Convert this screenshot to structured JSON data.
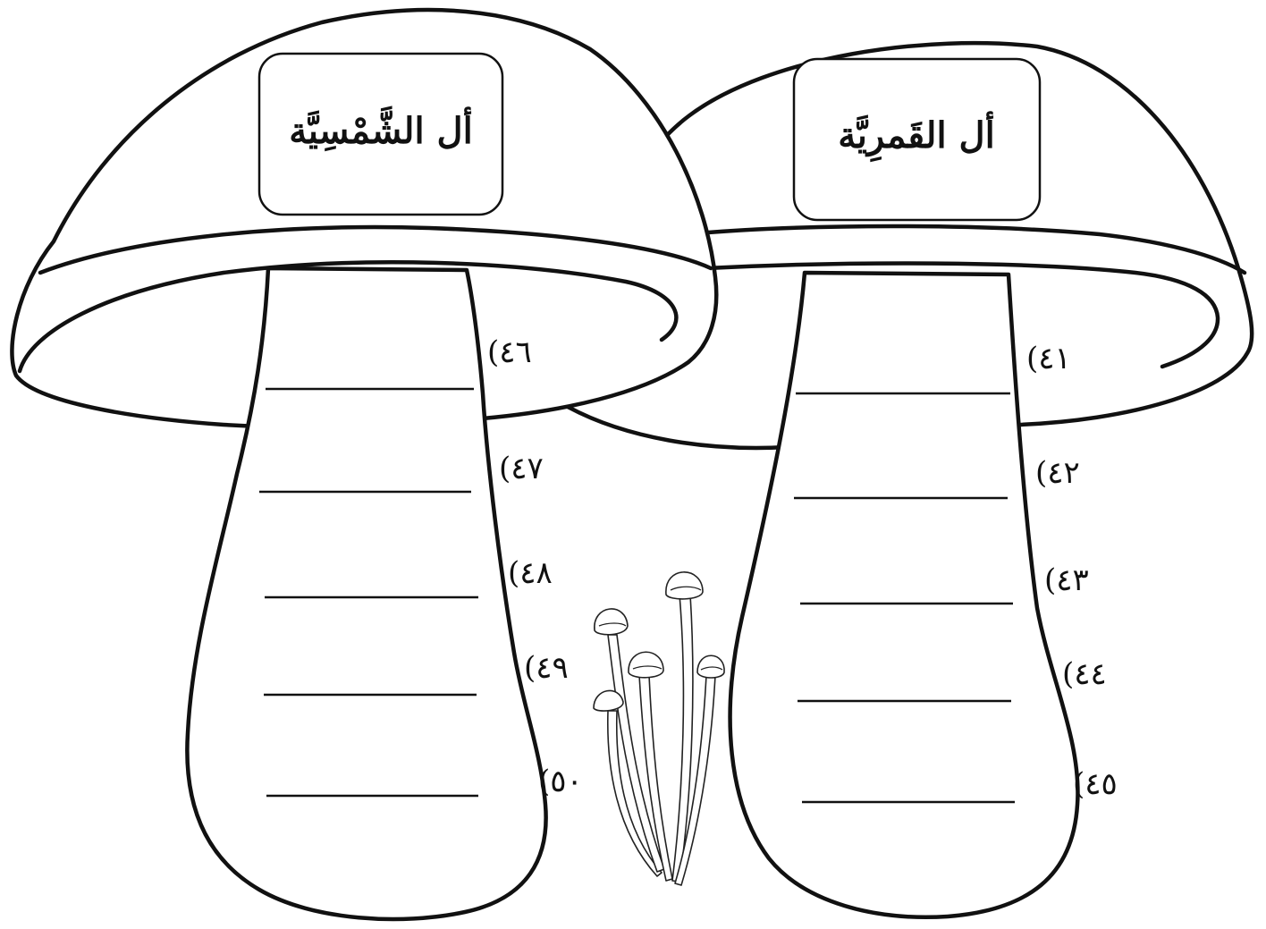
{
  "worksheet": {
    "right_mushroom": {
      "title": "أل القَمرِيَّة",
      "items": [
        "(٤١",
        "(٤٢",
        "(٤٣",
        "(٤٤",
        "(٤٥"
      ]
    },
    "left_mushroom": {
      "title": "أل الشَّمْسِيَّة",
      "items": [
        "(٤٦",
        "(٤٧",
        "(٤٨",
        "(٤٩",
        "(٥٠"
      ]
    }
  }
}
